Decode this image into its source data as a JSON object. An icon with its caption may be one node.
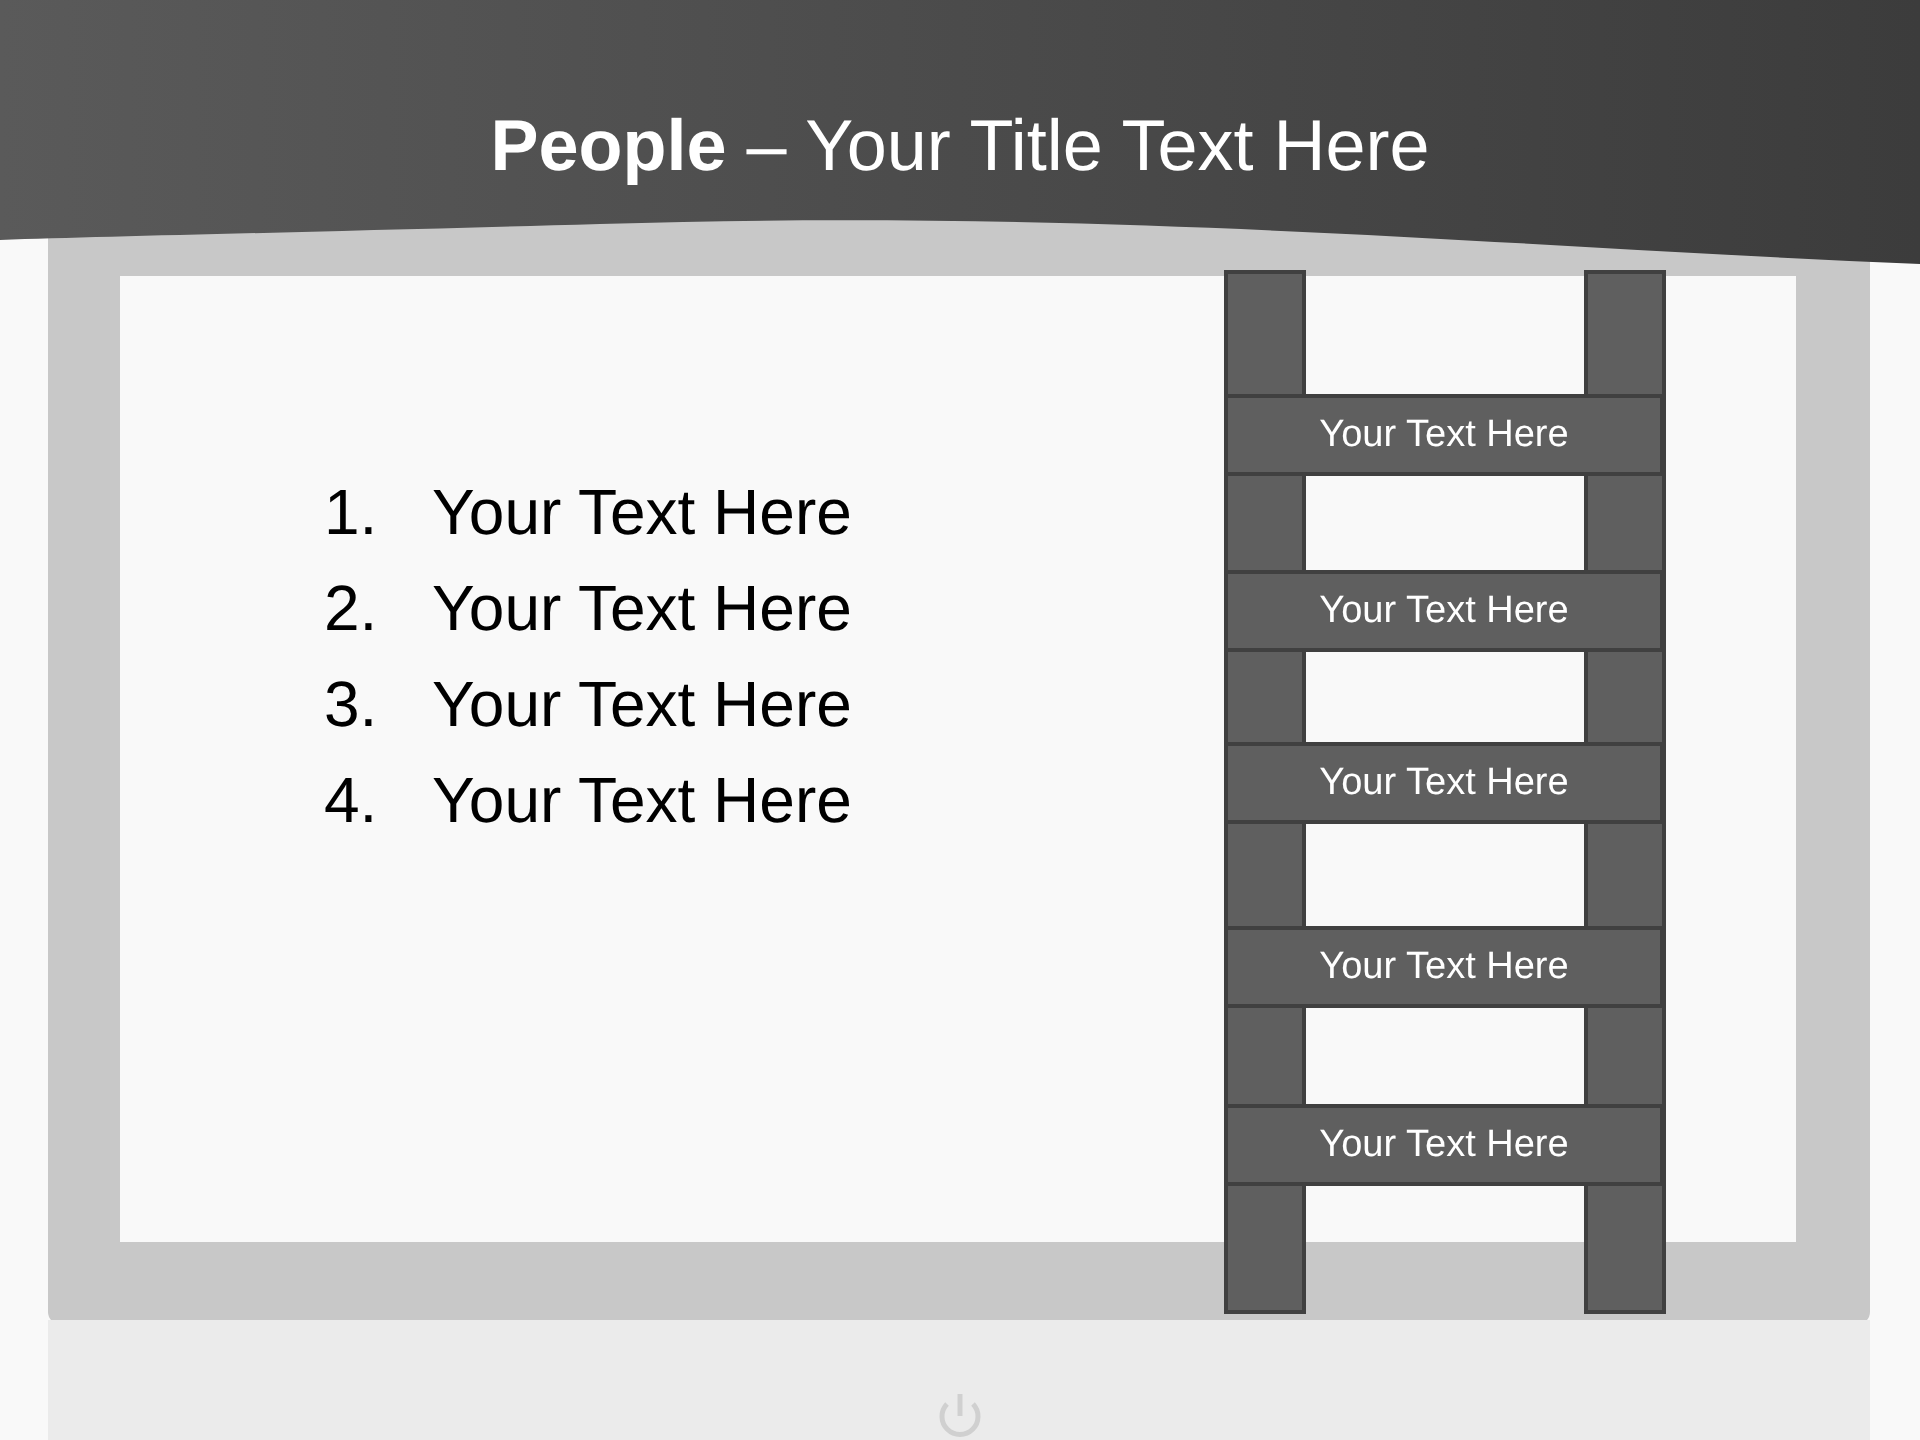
{
  "diagram": {
    "title": "**People** – Your Title Text Here",
    "nodes": [
      {
        "text": [
          "Your Text Here"
        ]
      },
      {
        "text": [
          "Your Text Here"
        ]
      },
      {
        "text": [
          "Your Text Here"
        ]
      },
      {
        "text": [
          "Your Text Here"
        ]
      },
      {
        "text": [
          "Your Text Here"
        ]
      }
    ],
    "edges": [],
    "labels": [
      "1.",
      "Your Text Here",
      "2.",
      "Your Text Here",
      "3.",
      "Your Text Here",
      "4.",
      "Your Text Here"
    ]
  }
}
